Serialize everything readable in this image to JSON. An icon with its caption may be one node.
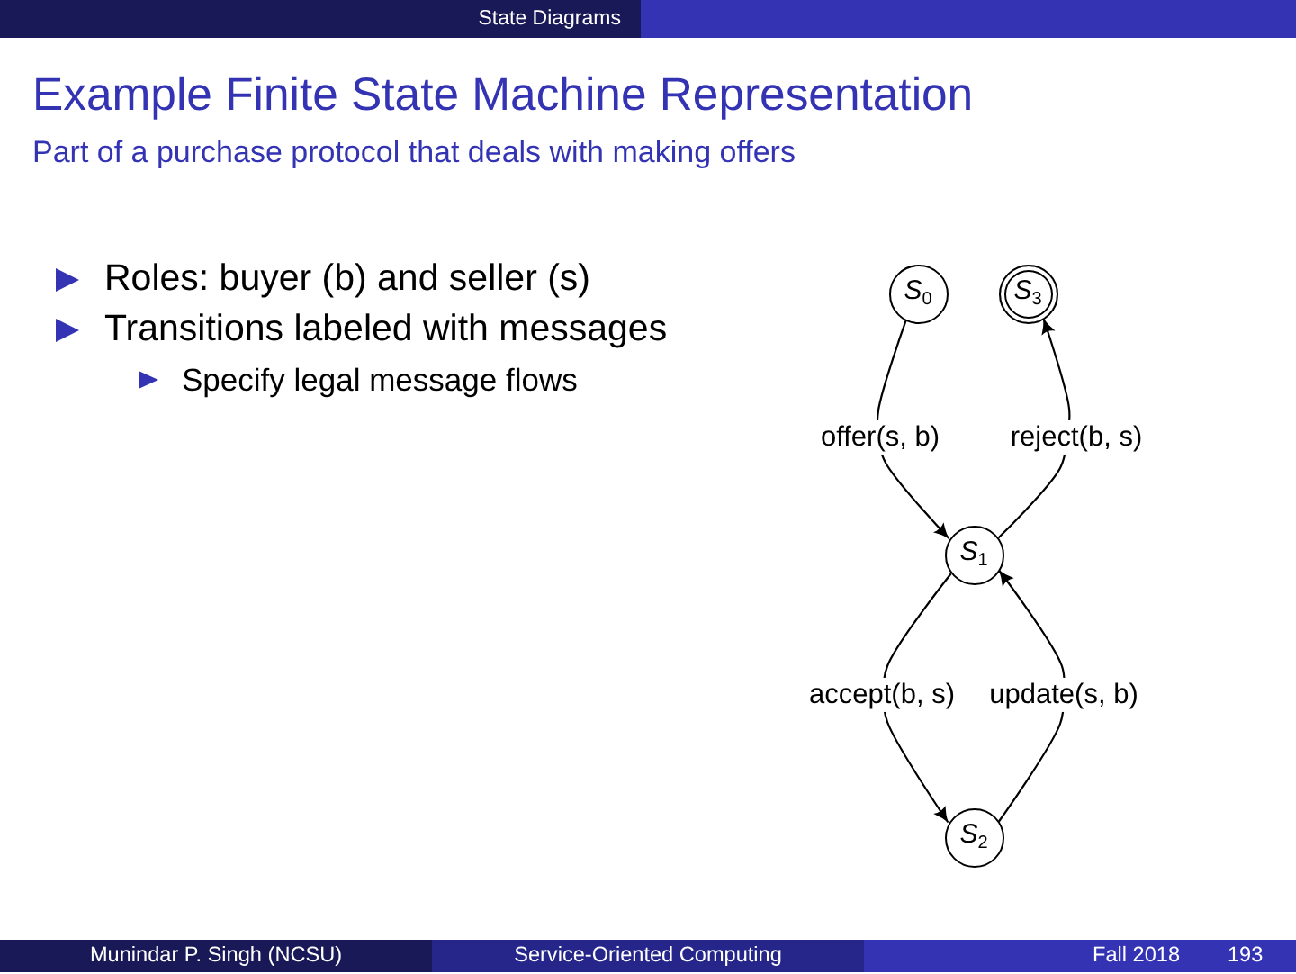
{
  "diagram": {
    "title": "Example Finite State Machine Representation",
    "nodes": [
      {
        "text": [
          "*S*$_{0}$"
        ]
      },
      {
        "text": [
          "*S*$_{3}$"
        ]
      },
      {
        "text": [
          "*S*$_{1}$"
        ]
      },
      {
        "text": [
          "*S*$_{2}$"
        ]
      }
    ],
    "edges": [
      {
        "from": 0,
        "to": 2,
        "arrow": "to",
        "label": "offer(s, b)"
      },
      {
        "from": 2,
        "to": 1,
        "arrow": "to",
        "label": "reject(b, s)"
      },
      {
        "from": 2,
        "to": 3,
        "arrow": "to",
        "label": "accept(b, s)"
      },
      {
        "from": 3,
        "to": 2,
        "arrow": "to",
        "label": "update(s, b)"
      }
    ],
    "labels": [
      "State Diagrams",
      "Part of a purchase protocol that deals with making offers",
      "Roles: buyer (b) and seller (s)",
      "Transitions labeled with messages",
      "Specify legal message flows",
      "Munindar P. Singh (NCSU)",
      "Service-Oriented Computing",
      "Fall 2018",
      "193"
    ]
  }
}
